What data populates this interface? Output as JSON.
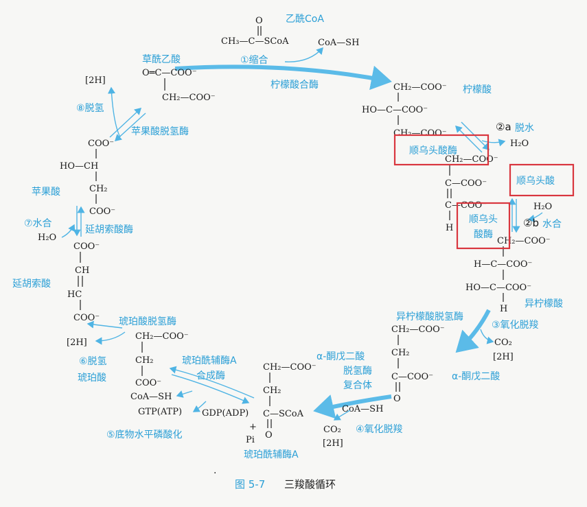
{
  "top": {
    "acetyl_coa_label": "乙酰CoA",
    "acetyl_coa": [
      "O",
      "CH₃—C—SCoA"
    ],
    "coa_sh_out": "CoA—SH",
    "step1": "①缩合",
    "enzyme_citrate_synthase": "柠檬酸合酶"
  },
  "oxaloacetate": {
    "label": "草酰乙酸",
    "line1": "O═C—COO⁻",
    "line2": "CH₂—COO⁻"
  },
  "citrate": {
    "label": "柠檬酸",
    "lines": [
      "CH₂—COO⁻",
      "HO—C—COO⁻",
      "CH₂—COO⁻"
    ]
  },
  "step2a": {
    "num": "②a",
    "text": "脱水",
    "water": "H₂O"
  },
  "aconitase_1": "顺乌头酸酶",
  "cis_aconitate": {
    "label": "顺乌头酸",
    "lines": [
      "CH₂—COO⁻",
      "C—COO⁻",
      "C—COO⁻",
      "H"
    ]
  },
  "step2b": {
    "num": "②b",
    "text": "水合",
    "water": "H₂O"
  },
  "aconitase_2": [
    "顺乌头",
    "酸酶"
  ],
  "isocitrate": {
    "label": "异柠檬酸",
    "lines": [
      "CH₂—COO⁻",
      "H—C—COO⁻",
      "HO—C—COO⁻",
      "H"
    ]
  },
  "idh": "异柠檬酸脱氢酶",
  "step3": {
    "text": "③氧化脱羧",
    "co2": "CO₂",
    "h2": "[2H]"
  },
  "akg": {
    "label": "α-酮戊二酸",
    "lines": [
      "CH₂—COO⁻",
      "CH₂",
      "C—COO⁻",
      "O"
    ]
  },
  "akgdh": [
    "α-酮戊二酸",
    "脱氢酶",
    "复合体"
  ],
  "step4": {
    "text": "④氧化脱羧",
    "coa": "CoA—SH",
    "co2": "CO₂",
    "h2": "[2H]"
  },
  "succinyl_coa": {
    "label": "琥珀酰辅酶A",
    "lines": [
      "CH₂—COO⁻",
      "CH₂",
      "C—SCoA",
      "O"
    ]
  },
  "scs": [
    "琥珀酰辅酶A",
    "合成酶"
  ],
  "step5": {
    "text": "⑤底物水平磷酸化",
    "gdp": "GDP(ADP)",
    "pi": "Pi",
    "plus": "+",
    "gtp": "GTP(ATP)",
    "coa": "CoA—SH"
  },
  "succinate": {
    "label": "琥珀酸",
    "lines": [
      "CH₂—COO⁻",
      "CH₂",
      "COO⁻"
    ]
  },
  "sdh": "琥珀酸脱氢酶",
  "step6": {
    "text": "⑥脱氢",
    "h2": "[2H]"
  },
  "fumarate": {
    "label": "延胡索酸",
    "lines": [
      "COO⁻",
      "CH",
      "HC",
      "COO⁻"
    ]
  },
  "fumarase": "延胡索酸酶",
  "step7": {
    "text": "⑦水合",
    "water": "H₂O"
  },
  "malate": {
    "label": "苹果酸",
    "lines": [
      "COO⁻",
      "HO—CH",
      "CH₂",
      "COO⁻"
    ]
  },
  "mdh": "苹果酸脱氢酶",
  "step8": {
    "text": "⑧脱氢",
    "h2": "[2H]"
  },
  "caption": {
    "num": "图 5-7",
    "title": "三羧酸循环"
  },
  "colors": {
    "accent": "#2b9fd6",
    "highlight": "#d9363e",
    "arrow": "#4fb4e4"
  }
}
